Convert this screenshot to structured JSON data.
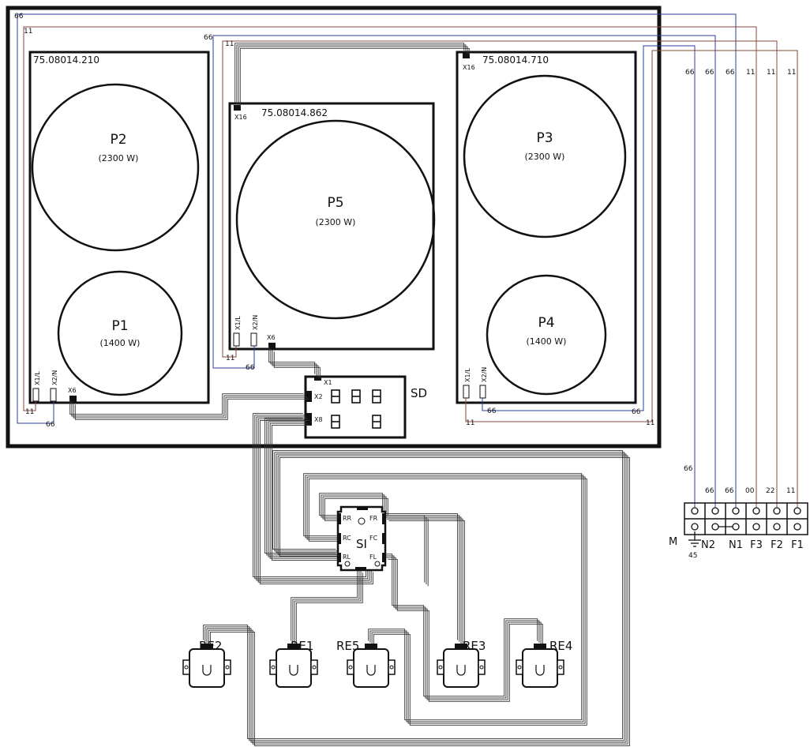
{
  "zones": [
    {
      "id": "P1",
      "label": "P1",
      "power": "(1400 W)"
    },
    {
      "id": "P2",
      "label": "P2",
      "power": "(2300 W)"
    },
    {
      "id": "P3",
      "label": "P3",
      "power": "(2300 W)"
    },
    {
      "id": "P4",
      "label": "P4",
      "power": "(1400 W)"
    },
    {
      "id": "P5",
      "label": "P5",
      "power": "(2300 W)"
    }
  ],
  "modules": {
    "left": "75.08014.210",
    "center": "75.08014.862",
    "right": "75.08014.710"
  },
  "connectors": {
    "x1l": "X1/L",
    "x2n": "X2/N",
    "x6": "X6",
    "x16": "X16",
    "x1": "X1",
    "x2": "X2",
    "x8": "X8"
  },
  "sd_label": "SD",
  "si": {
    "label": "SI",
    "ports": {
      "rr": "RR",
      "fr": "FR",
      "rc": "RC",
      "fc": "FC",
      "rl": "RL",
      "fl": "FL"
    }
  },
  "relays": [
    "RE2",
    "RE1",
    "RE5",
    "RE3",
    "RE4"
  ],
  "wire_numbers": {
    "n66": "66",
    "n11": "11",
    "n00": "00",
    "n22": "22",
    "n45": "45"
  },
  "terminal": {
    "label": "M",
    "names": [
      "N2",
      "N1",
      "F3",
      "F2",
      "F1"
    ]
  },
  "colors": {
    "outline": "#111111",
    "blue_wire": "#2b3f9e",
    "brown_wire": "#8a4a3c",
    "grey_wire": "#777777"
  }
}
